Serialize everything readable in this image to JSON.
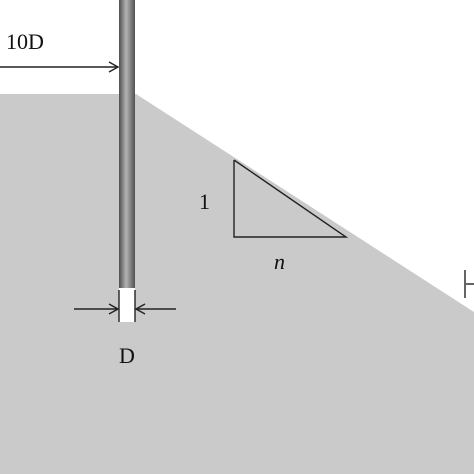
{
  "labels": {
    "pile_offset": "10D",
    "rise": "1",
    "run": "n",
    "pile_diameter": "D"
  },
  "colors": {
    "background": "#ffffff",
    "soil": "#c9cac9",
    "pile_dark": "#5a5a5a",
    "pile_light": "#a9a9a9",
    "line": "#222222"
  }
}
